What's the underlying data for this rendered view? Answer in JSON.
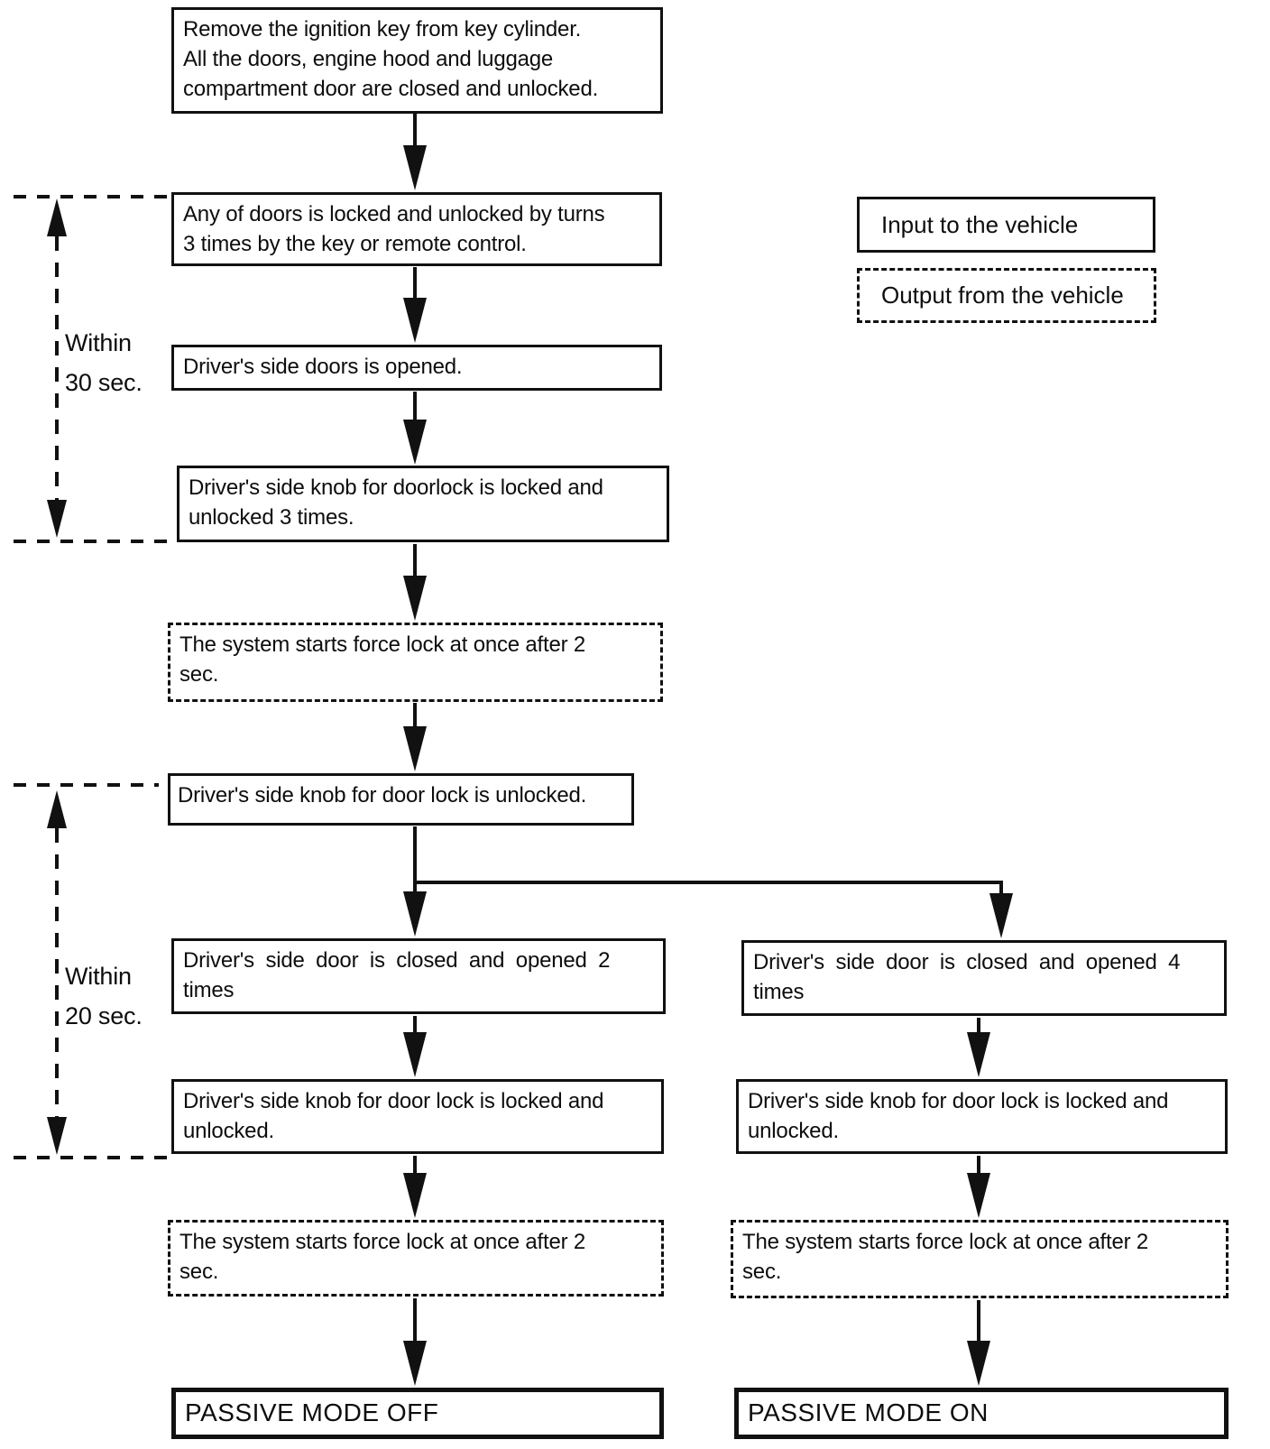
{
  "diagram": {
    "nodes": {
      "start": "Remove the ignition key from key cylinder.\nAll the doors, engine hood and luggage\ncompartment door are closed and unlocked.",
      "any_door_3_times": "Any of doors is locked and unlocked by turns\n3 times by the key or remote control.",
      "driver_door_opened": "Driver's side doors is opened.",
      "knob_locked_3_times": "Driver's side knob for doorlock is locked and\nunlocked 3 times.",
      "force_lock_top": "The system starts force lock at once after 2\nsec.",
      "knob_unlocked": "Driver's side knob for door lock is unlocked.",
      "door_closed_opened_2": "Driver's side door is closed and opened 2\ntimes",
      "door_closed_opened_4": "Driver's side door is closed and opened 4\ntimes",
      "knob_locked_unlocked_left": "Driver's side knob for door lock is locked and\nunlocked.",
      "knob_locked_unlocked_right": "Driver's side knob for door lock is locked and\nunlocked.",
      "force_lock_left": "The system starts force lock at once after 2\nsec.",
      "force_lock_right": "The system starts force lock at once after 2\nsec.",
      "passive_mode_off": "PASSIVE MODE OFF",
      "passive_mode_on": "PASSIVE MODE ON"
    },
    "annotations": {
      "within_30_sec": "Within\n30 sec.",
      "within_20_sec": "Within\n20 sec."
    },
    "legend": {
      "input": "Input to the vehicle",
      "output": "Output from the vehicle"
    },
    "colors": {
      "ink": "#111111",
      "paper": "#ffffff"
    }
  }
}
